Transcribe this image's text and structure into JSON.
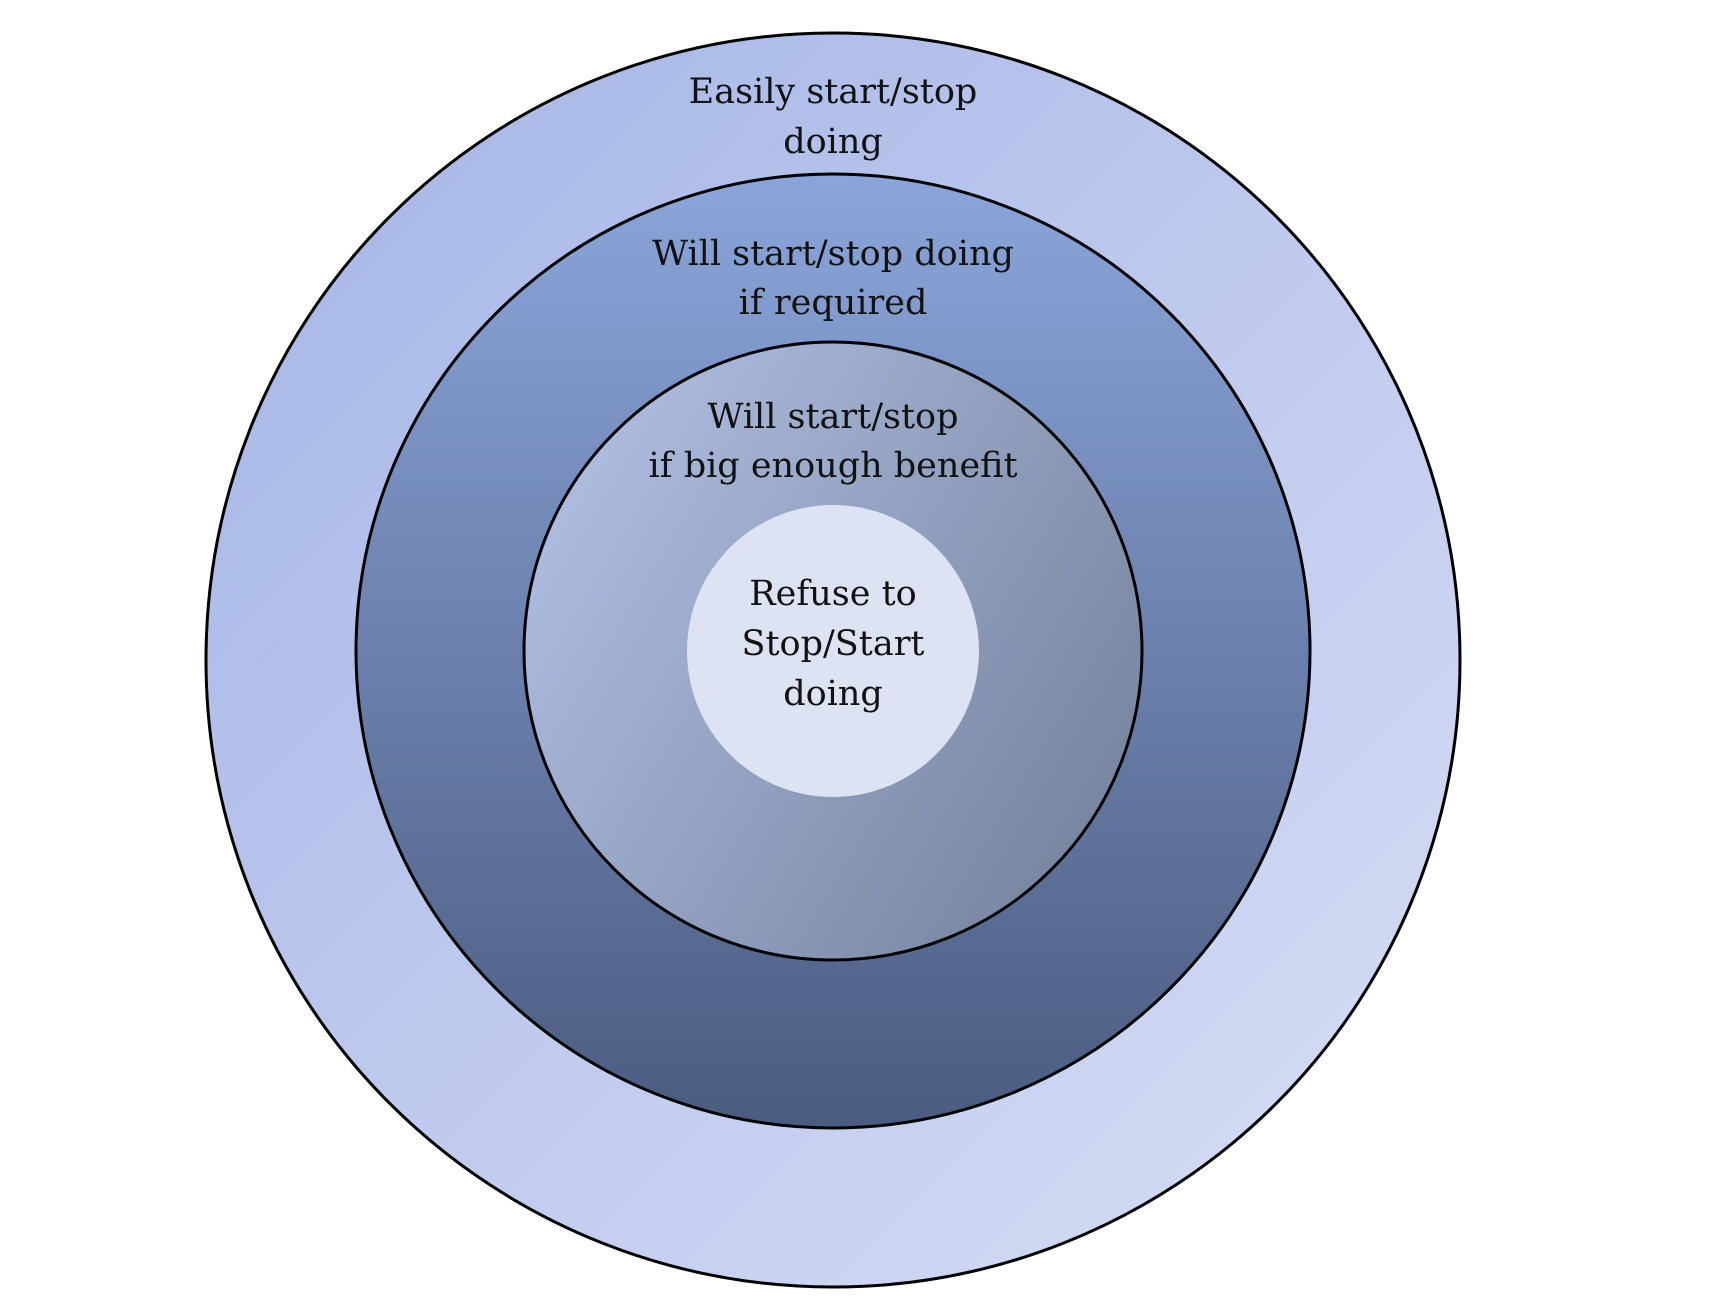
{
  "diagram": {
    "rings": [
      {
        "id": "outer",
        "lines": [
          "Easily start/stop",
          "doing"
        ],
        "fill_colors": [
          "#a4b4e6",
          "#d8def5"
        ],
        "stroke": "#000000"
      },
      {
        "id": "second",
        "lines": [
          "Will start/stop doing",
          "if required"
        ],
        "fill_colors": [
          "#8ba5da",
          "#4b5c80"
        ],
        "stroke": "#000000"
      },
      {
        "id": "third",
        "lines": [
          "Will start/stop",
          "if big enough benefit"
        ],
        "fill_colors": [
          "#b0bfe3",
          "#75829c"
        ],
        "stroke": "#000000"
      },
      {
        "id": "core",
        "lines": [
          "Refuse to",
          "Stop/Start",
          "doing"
        ],
        "fill_colors": [
          "#dde3f2"
        ],
        "stroke": "#000000"
      }
    ]
  }
}
